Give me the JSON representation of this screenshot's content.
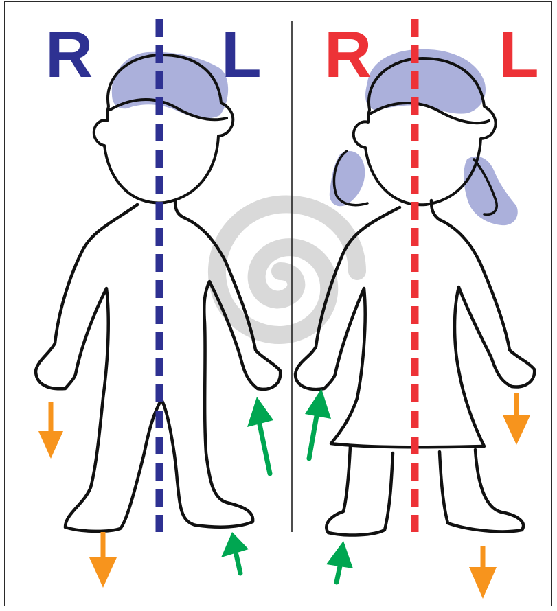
{
  "labels": {
    "boy_right": "R",
    "boy_left": "L",
    "girl_right": "R",
    "girl_left": "L"
  },
  "colors": {
    "boy_label": "#2e3192",
    "girl_label": "#ed3237",
    "boy_midline": "#2e3192",
    "girl_midline": "#ed3237",
    "hair": "#8f96cf",
    "down_arrow": "#f7941d",
    "up_arrow": "#00a651",
    "spiral_watermark": "#d9d9d9",
    "outline": "#111111"
  },
  "icons": {
    "down_arrow": "arrow-down-icon",
    "up_arrow": "arrow-up-icon",
    "watermark": "spiral-watermark"
  }
}
